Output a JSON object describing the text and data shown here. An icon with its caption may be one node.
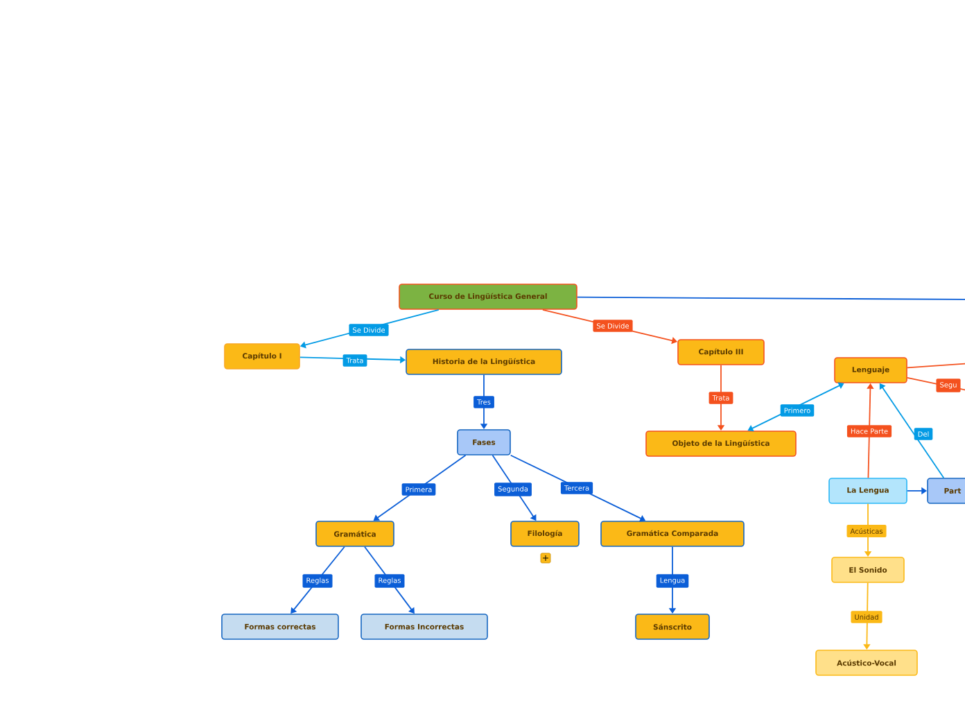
{
  "diagram": {
    "nodes": [
      {
        "text": [
          "Curso de Lingüística General"
        ]
      },
      {
        "text": [
          "Capítulo I"
        ]
      },
      {
        "text": [
          "Historia de la Lingüística"
        ]
      },
      {
        "text": [
          "Capítulo III"
        ]
      },
      {
        "text": [
          "Fases"
        ]
      },
      {
        "text": [
          "Objeto de la Lingüística"
        ]
      },
      {
        "text": [
          "Lenguaje"
        ]
      },
      {
        "text": [
          "La Lengua"
        ]
      },
      {
        "text": [
          "Part"
        ]
      },
      {
        "text": [
          "Gramática"
        ]
      },
      {
        "text": [
          "Filología"
        ]
      },
      {
        "text": [
          "Gramática Comparada"
        ]
      },
      {
        "text": [
          "Formas correctas"
        ]
      },
      {
        "text": [
          "Formas Incorrectas"
        ]
      },
      {
        "text": [
          "Sánscrito"
        ]
      },
      {
        "text": [
          "El Sonido"
        ]
      },
      {
        "text": [
          "Acústico-Vocal"
        ]
      }
    ],
    "edges": [
      {
        "from": 0,
        "to": 1,
        "arrow": "to",
        "label": "Se Divide",
        "color": "#039be5"
      },
      {
        "from": 0,
        "to": 3,
        "arrow": "to",
        "label": "Se Divide",
        "color": "#f4511e"
      },
      {
        "from": 0,
        "to": null,
        "arrow": "none"
      },
      {
        "from": 1,
        "to": 2,
        "arrow": "to",
        "label": "Trata",
        "color": "#039be5"
      },
      {
        "from": 3,
        "to": 5,
        "arrow": "to",
        "label": "Trata",
        "color": "#f4511e"
      },
      {
        "from": 2,
        "to": 4,
        "arrow": "to",
        "label": "Tres"
      },
      {
        "from": 4,
        "to": 9,
        "arrow": "to",
        "label": "Primera"
      },
      {
        "from": 4,
        "to": 10,
        "arrow": "to",
        "label": "Segunda"
      },
      {
        "from": 4,
        "to": 11,
        "arrow": "to",
        "label": "Tercera"
      },
      {
        "from": 9,
        "to": 12,
        "arrow": "to",
        "label": "Reglas"
      },
      {
        "from": 9,
        "to": 13,
        "arrow": "to",
        "label": "Reglas"
      },
      {
        "from": 11,
        "to": 14,
        "arrow": "to",
        "label": "Lengua"
      },
      {
        "from": 5,
        "to": 6,
        "arrow": "both",
        "label": "Primero",
        "color": "#039be5"
      },
      {
        "from": 7,
        "to": 6,
        "arrow": "to",
        "label": "Hace Parte",
        "color": "#f4511e"
      },
      {
        "from": 8,
        "to": 6,
        "arrow": "to",
        "label": "Del",
        "color": "#039be5"
      },
      {
        "from": 7,
        "to": 8,
        "arrow": "to"
      },
      {
        "from": 6,
        "to": null,
        "arrow": "none",
        "color": "#f4511e"
      },
      {
        "from": 6,
        "to": null,
        "arrow": "none",
        "label": "Segu",
        "color": "#f4511e"
      },
      {
        "from": 7,
        "to": 15,
        "arrow": "to",
        "label": "Acústicas",
        "color": "#fbb917"
      },
      {
        "from": 15,
        "to": 16,
        "arrow": "to",
        "label": "Unidad",
        "color": "#fbb917"
      }
    ]
  }
}
